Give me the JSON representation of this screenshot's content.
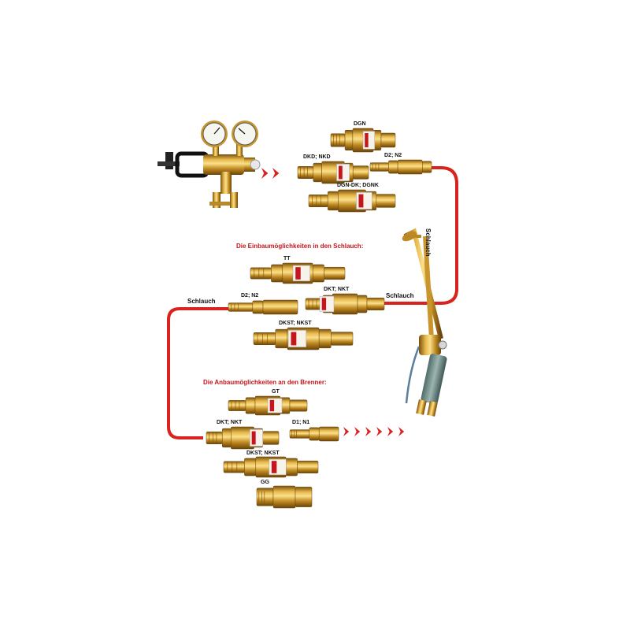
{
  "colors": {
    "hose": "#d9231e",
    "brass": "#c9962e",
    "brass_dark": "#8a5e12",
    "brass_light": "#f0cf72",
    "section_heading": "#c4161c",
    "arrow": "#d9231e"
  },
  "sections": {
    "inline": "Die Einbaumöglichkeiten in den Schlauch:",
    "torch": "Die Anbaumöglichkeiten an den Brenner:"
  },
  "hose_labels": {
    "left": "Schlauch",
    "middle": "Schlauch",
    "right": "Schlauch"
  },
  "regulator_group": {
    "items": [
      "DGN",
      "DKD; NKD",
      "D2; N2",
      "DGN-DK; DGNK"
    ]
  },
  "inline_group": {
    "items": [
      "TT",
      "D2; N2",
      "DKT; NKT",
      "DKST; NKST"
    ]
  },
  "torch_group": {
    "items": [
      "GT",
      "DKT; NKT",
      "D1; N1",
      "DKST; NKST",
      "GG"
    ]
  },
  "icons": [
    "pressure-regulator-icon",
    "cutting-torch-icon",
    "flashback-arrestor-icon",
    "hose-connector-icon",
    "arrow-chevron-icon"
  ]
}
